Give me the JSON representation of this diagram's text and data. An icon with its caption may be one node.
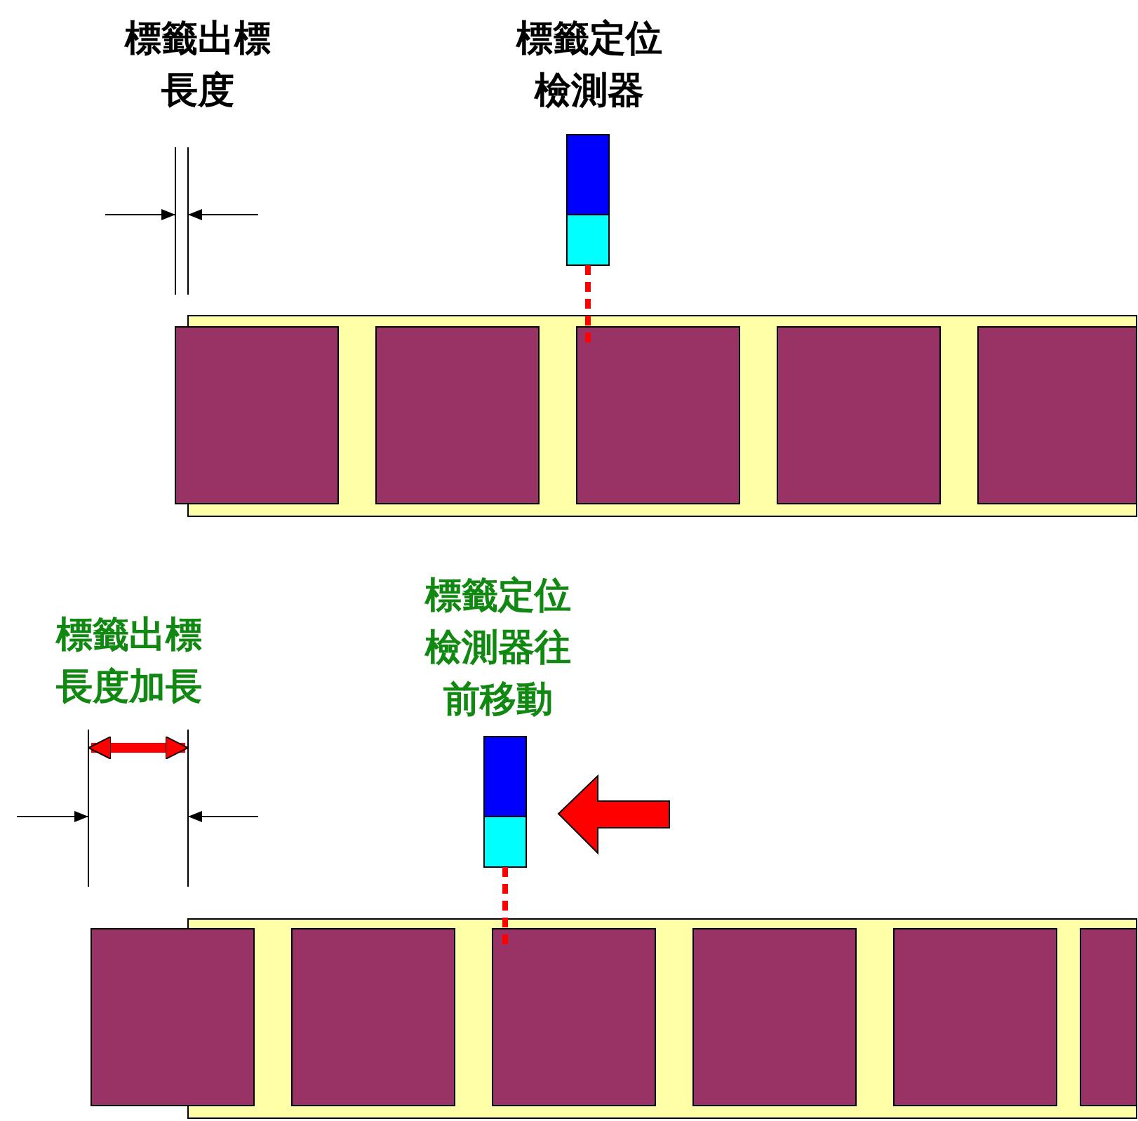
{
  "diagram": {
    "labels": [
      "標籤出標長度",
      "標籤定位檢測器",
      "標籤出標長度加長",
      "標籤定位檢測器往前移動"
    ]
  }
}
